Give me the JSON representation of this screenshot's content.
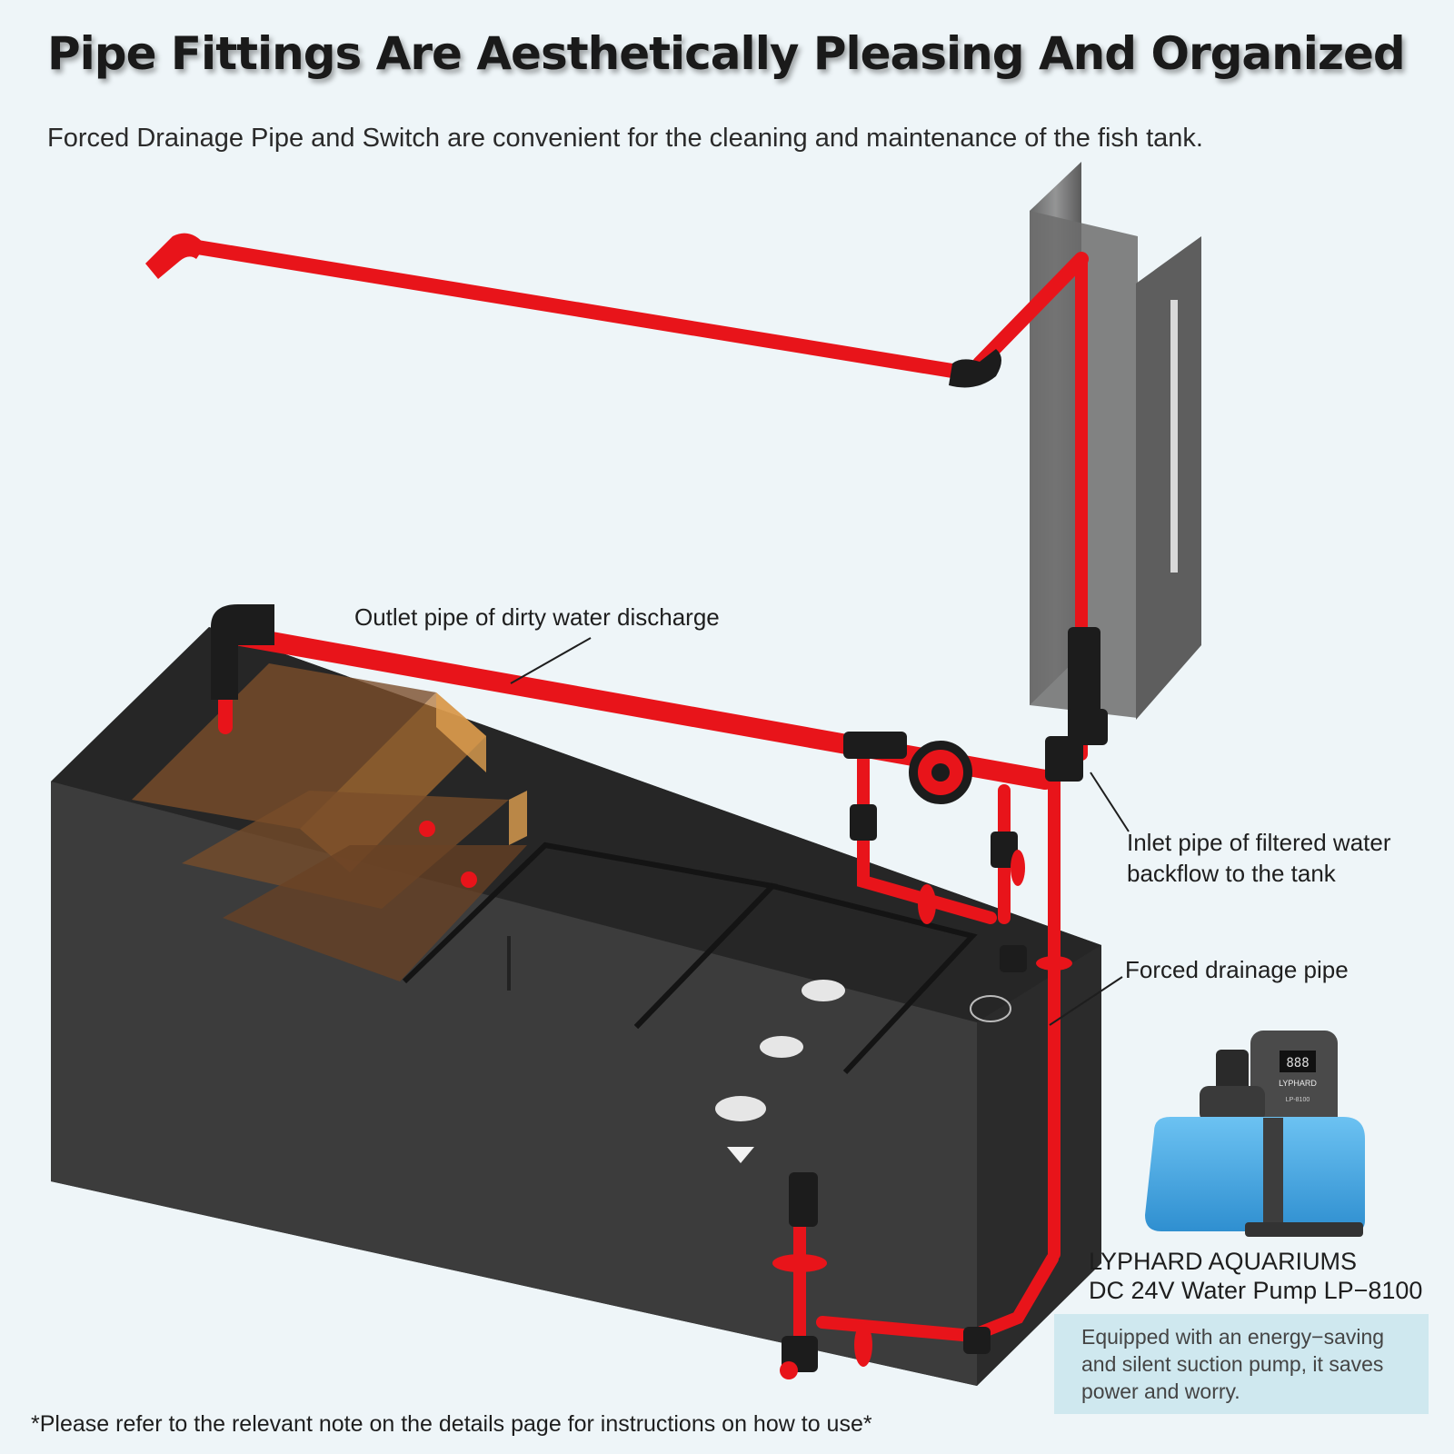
{
  "heading": {
    "title": "Pipe Fittings Are Aesthetically Pleasing And Organized",
    "subtitle": "Forced Drainage Pipe and Switch are convenient for the cleaning and maintenance of the fish tank."
  },
  "callouts": {
    "outlet": "Outlet pipe of dirty water discharge",
    "inlet_line1": "Inlet pipe of filtered water",
    "inlet_line2": "backflow to the tank",
    "drainage": "Forced drainage pipe"
  },
  "pump": {
    "brand": "LYPHARD AQUARIUMS",
    "model": "DC 24V Water Pump LP−8100",
    "display": "888",
    "logo": "LYPHARD",
    "controller_model": "LP-8100",
    "description_lines": [
      "Equipped with an energy−saving",
      "and silent suction pump, it saves",
      "power and worry."
    ]
  },
  "footer": {
    "note": "*Please refer to the relevant note on the details page for instructions on how to use*"
  },
  "colors": {
    "pipe": "#e8141a",
    "fitting": "#1c1c1c",
    "tank": "#3a3a3a",
    "pump_blue": "#3aa6e6",
    "background": "#eef5f8",
    "info_box": "#cfe8ef"
  }
}
